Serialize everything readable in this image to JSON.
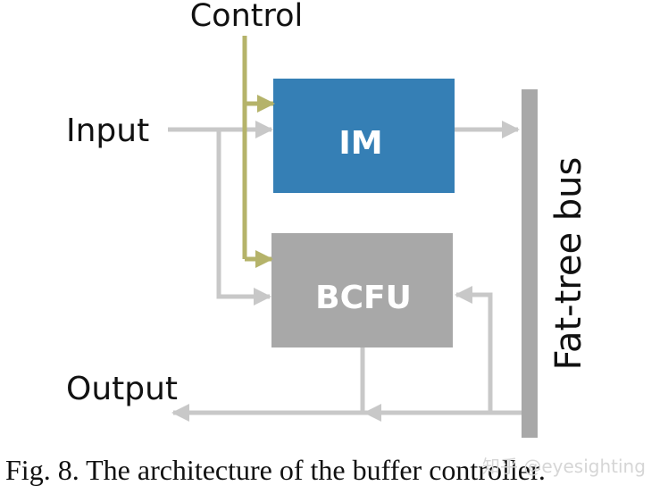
{
  "labels": {
    "control": "Control",
    "input": "Input",
    "output": "Output",
    "bus": "Fat-tree bus"
  },
  "blocks": {
    "im": "IM",
    "bcfu": "BCFU"
  },
  "caption": "Fig. 8.  The architecture of the buffer controller.",
  "watermark": "知乎 @eyesighting",
  "colors": {
    "im_fill": "#357fb5",
    "bcfu_fill": "#a8a8a8",
    "bus_fill": "#a8a8a8",
    "data_line": "#c8c8c8",
    "control_line": "#b5b36a"
  }
}
